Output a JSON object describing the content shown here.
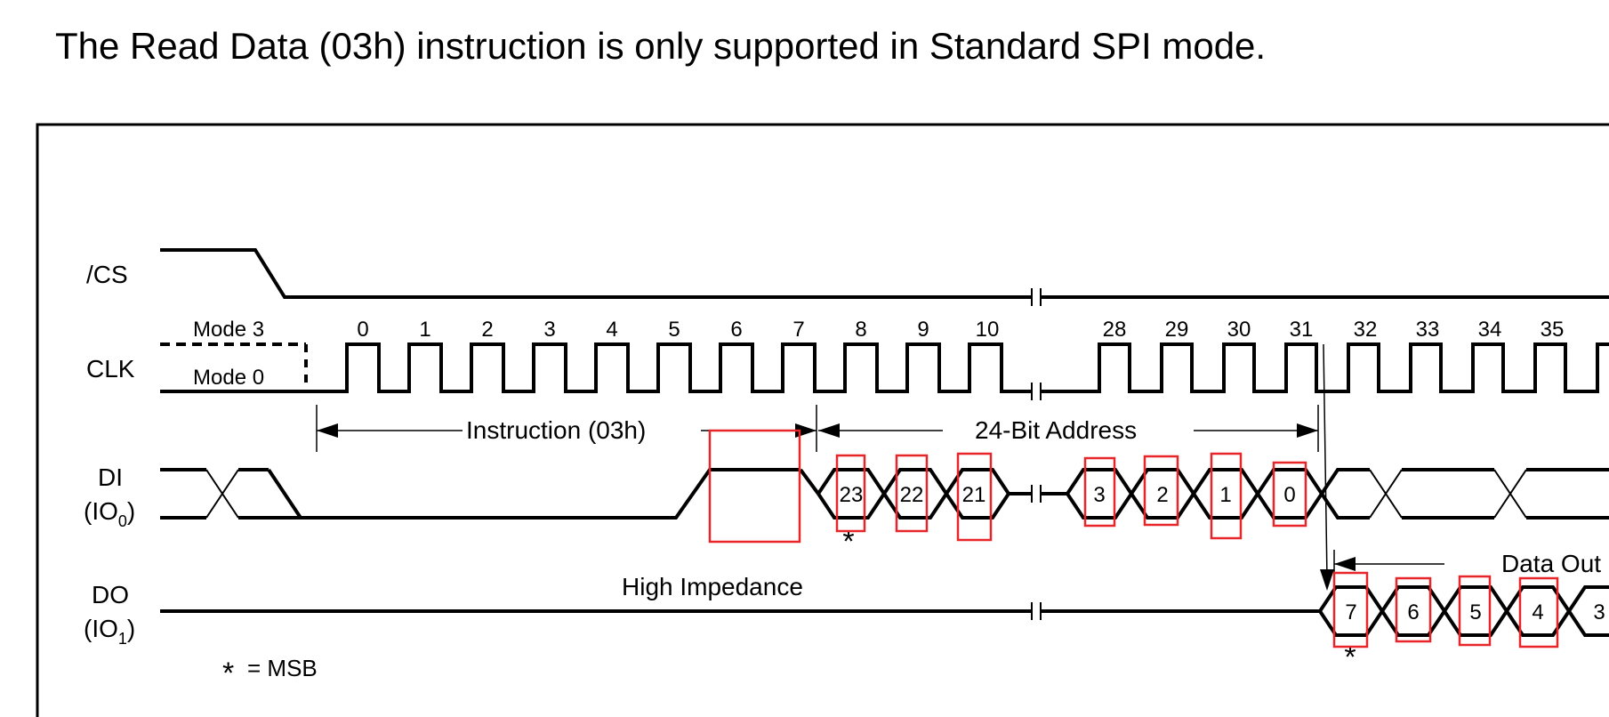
{
  "caption": "The Read Data (03h) instruction is only supported in Standard SPI mode.",
  "signals": {
    "cs": "/CS",
    "clk": "CLK",
    "di": "DI",
    "di_pin": "(IO",
    "di_sub": "0",
    "do": "DO",
    "do_pin": "(IO",
    "do_sub": "1"
  },
  "modes": {
    "mode3": "Mode 3",
    "mode0": "Mode 0"
  },
  "clock_cycles": [
    "0",
    "1",
    "2",
    "3",
    "4",
    "5",
    "6",
    "7",
    "8",
    "9",
    "10",
    "28",
    "29",
    "30",
    "31",
    "32",
    "33",
    "34",
    "35"
  ],
  "labels": {
    "instruction": "Instruction (03h)",
    "address": "24-Bit Address",
    "high_z": "High Impedance",
    "data_out": "Data Out",
    "msb_note": "= MSB",
    "asterisk": "*"
  },
  "di_bits": [
    "23",
    "22",
    "21",
    "3",
    "2",
    "1",
    "0"
  ],
  "do_bits": [
    "7",
    "6",
    "5",
    "4",
    "3"
  ],
  "colors": {
    "highlight": "#e8262a",
    "line": "#000000"
  }
}
